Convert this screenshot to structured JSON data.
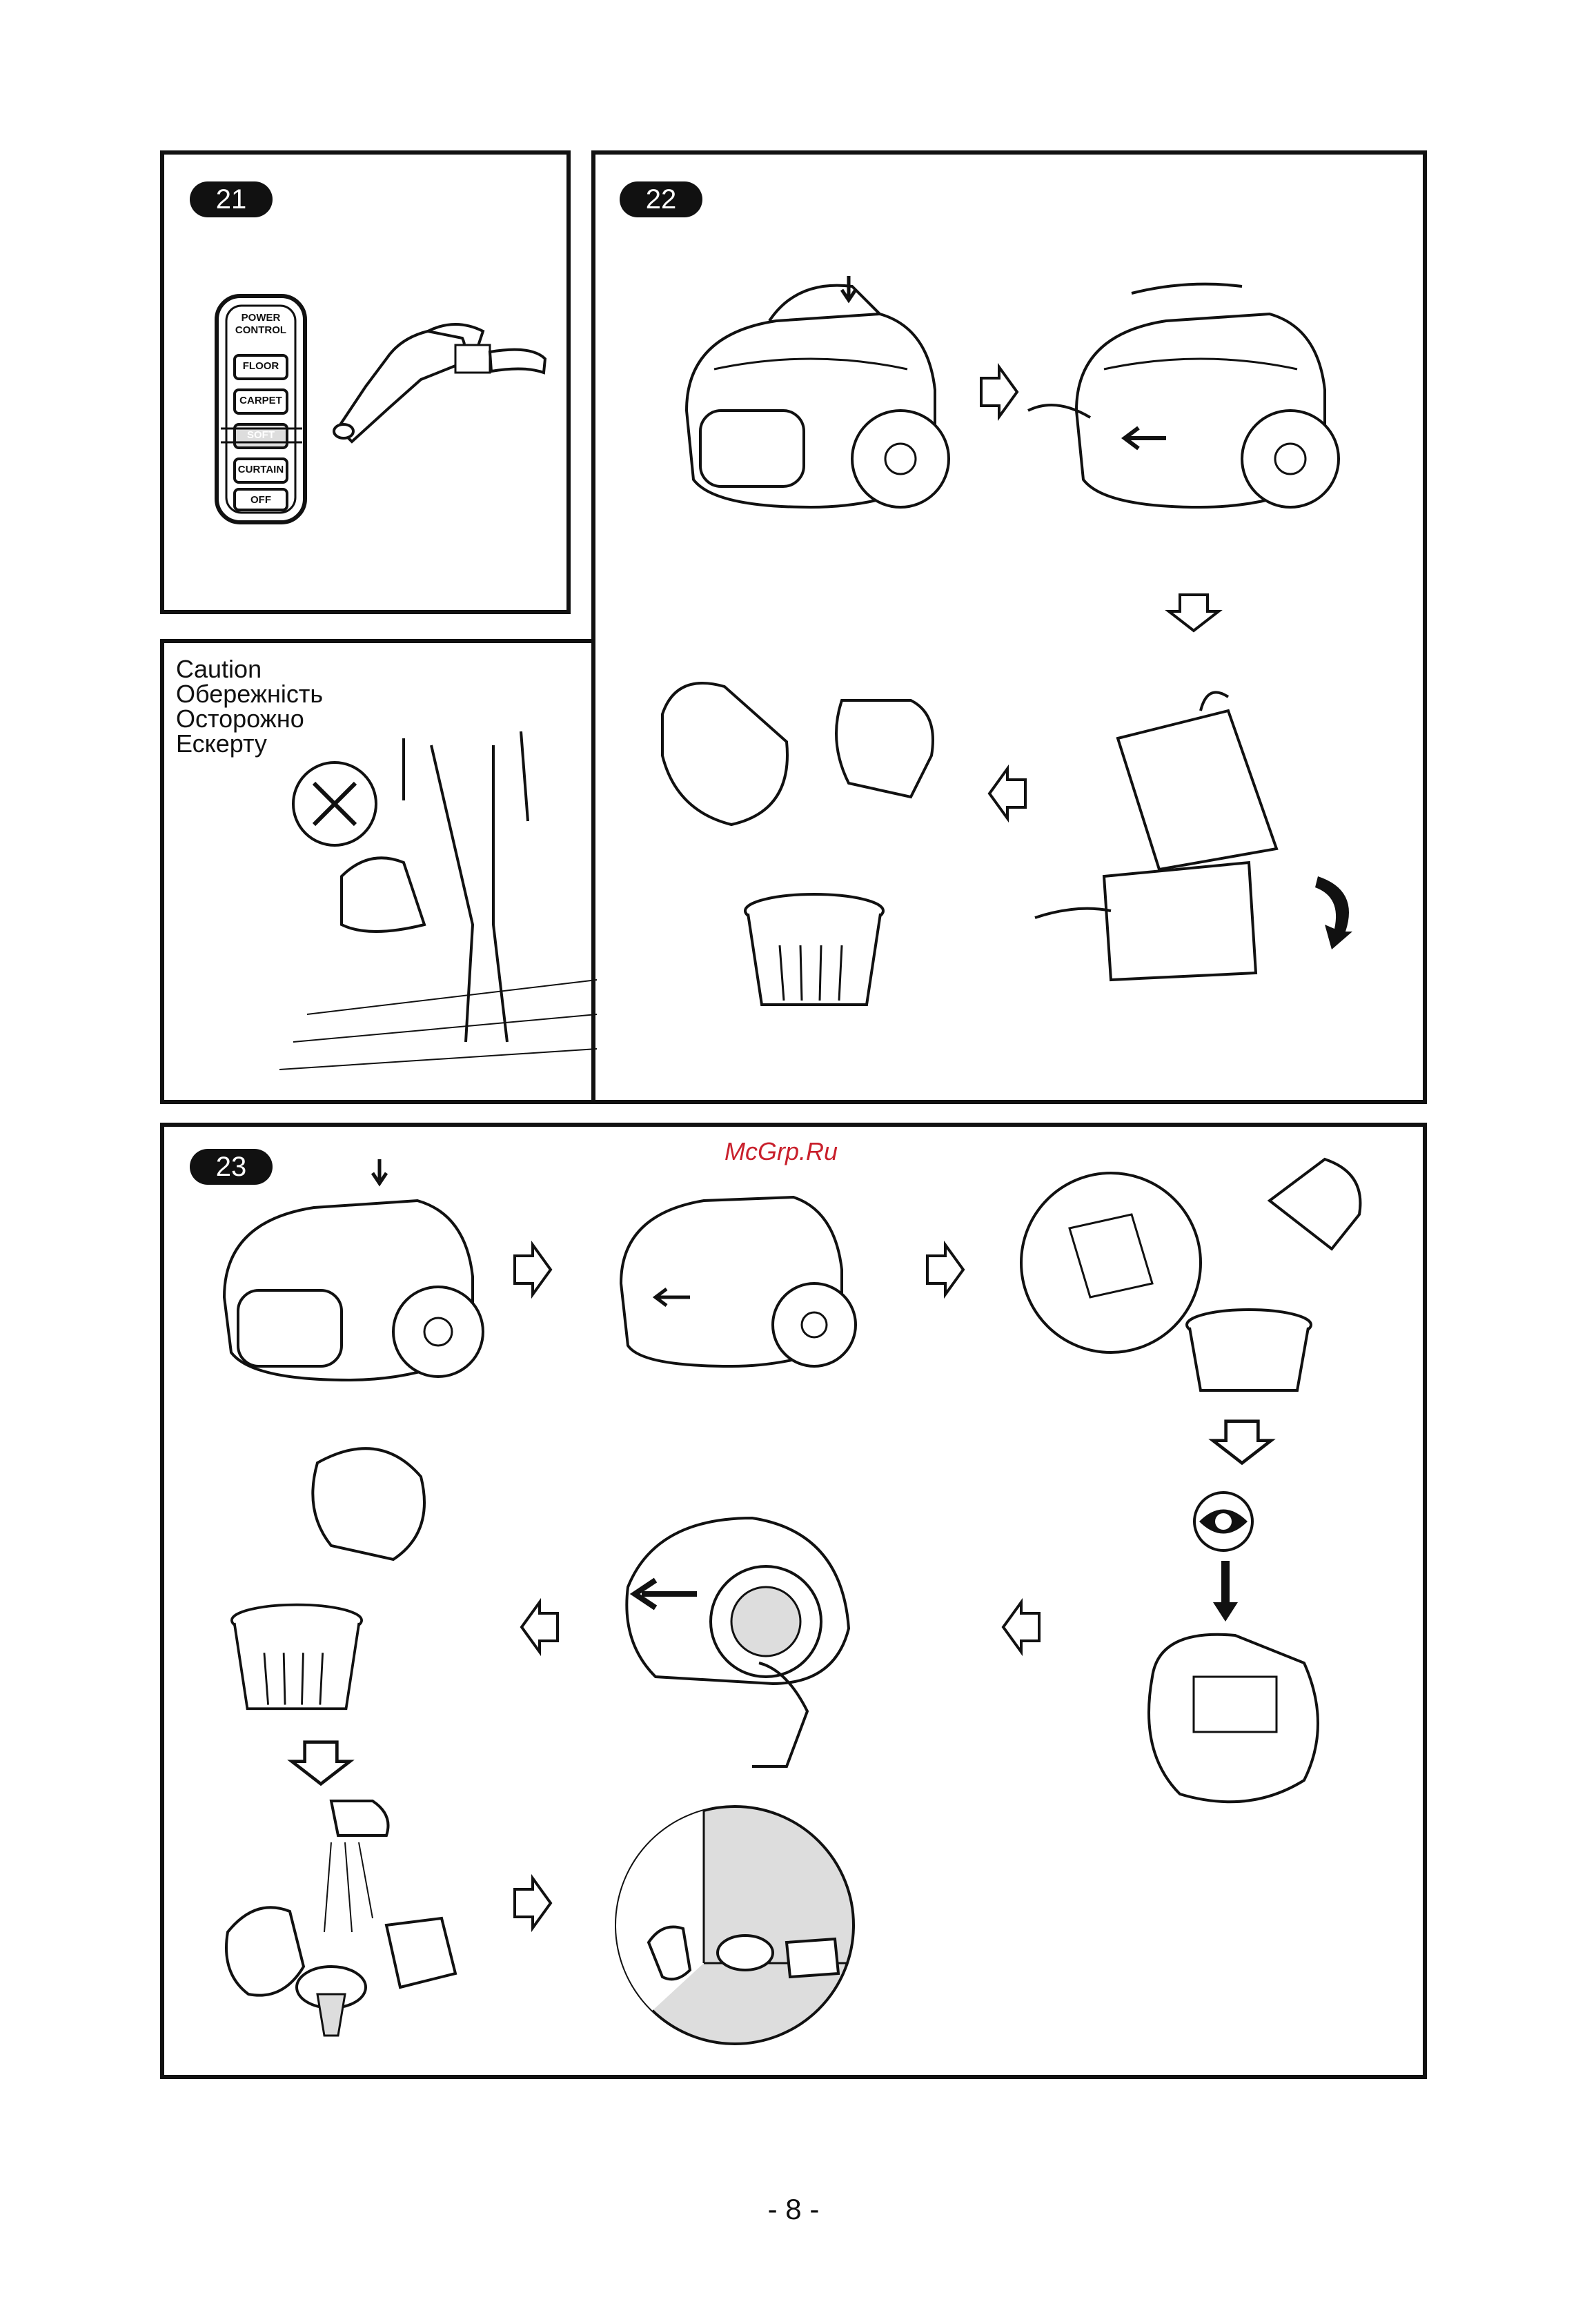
{
  "steps": {
    "s21": "21",
    "s22": "22",
    "s23": "23"
  },
  "remote": {
    "title_line1": "POWER",
    "title_line2": "CONTROL",
    "buttons": [
      "FLOOR",
      "CARPET",
      "SOFT",
      "CURTAIN",
      "OFF"
    ]
  },
  "caption": {
    "lines": [
      "Caution",
      "Обережність",
      "Осторожно",
      "Ескерту"
    ]
  },
  "watermark": "McGrp.Ru",
  "page_number": "- 8 -"
}
